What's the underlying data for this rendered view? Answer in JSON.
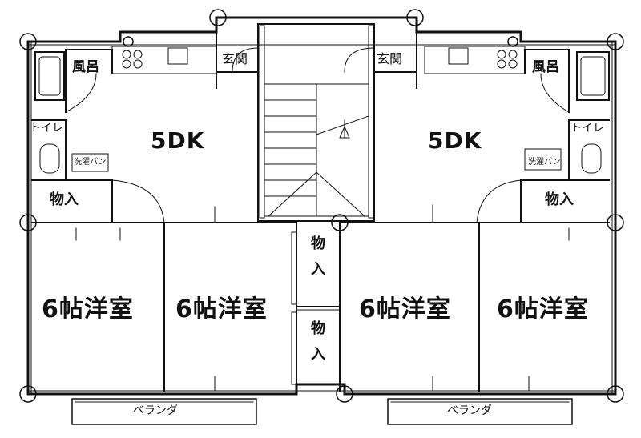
{
  "units": {
    "left": {
      "dk": "5DK",
      "bath": "風呂",
      "toilet": "トイレ",
      "laundry": "洗濯パン",
      "entrance": "玄関",
      "closet": "物入",
      "room_a": "6帖洋室",
      "room_b": "6帖洋室",
      "veranda": "ベランダ"
    },
    "right": {
      "dk": "5DK",
      "bath": "風呂",
      "toilet": "トイレ",
      "laundry": "洗濯パン",
      "entrance": "玄関",
      "closet": "物入",
      "room_a": "6帖洋室",
      "room_b": "6帖洋室",
      "veranda": "ベランダ"
    }
  },
  "center": {
    "closet_top": "物入",
    "closet_bottom": "物入"
  }
}
